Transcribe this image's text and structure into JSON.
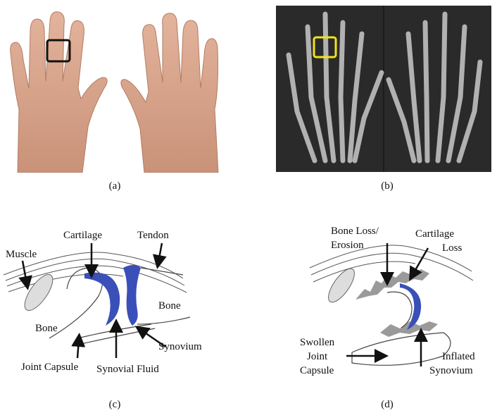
{
  "panels": {
    "a": {
      "caption": "(a)"
    },
    "b": {
      "caption": "(b)"
    },
    "c": {
      "caption": "(c)",
      "labels": {
        "cartilage": "Cartilage",
        "tendon": "Tendon",
        "muscle": "Muscle",
        "bone_right": "Bone",
        "bone_left": "Bone",
        "synovium": "Synovium",
        "joint_capsule": "Joint Capsule",
        "synovial_fluid": "Synovial Fluid"
      }
    },
    "d": {
      "caption": "(d)",
      "labels": {
        "bone_loss_1": "Bone Loss/",
        "bone_loss_2": "Erosion",
        "cartilage_loss_1": "Cartilage",
        "cartilage_loss_2": "Loss",
        "swollen_1": "Swollen",
        "swollen_2": "Joint",
        "swollen_3": "Capsule",
        "inflated_1": "Inflated",
        "inflated_2": "Synovium"
      }
    }
  },
  "colors": {
    "cartilage": "#3a4fb8",
    "highlight_box_a": "#111111",
    "highlight_box_b": "#f2e21a",
    "xray_bg": "#2a2a2a",
    "skin": "#d9a990"
  }
}
